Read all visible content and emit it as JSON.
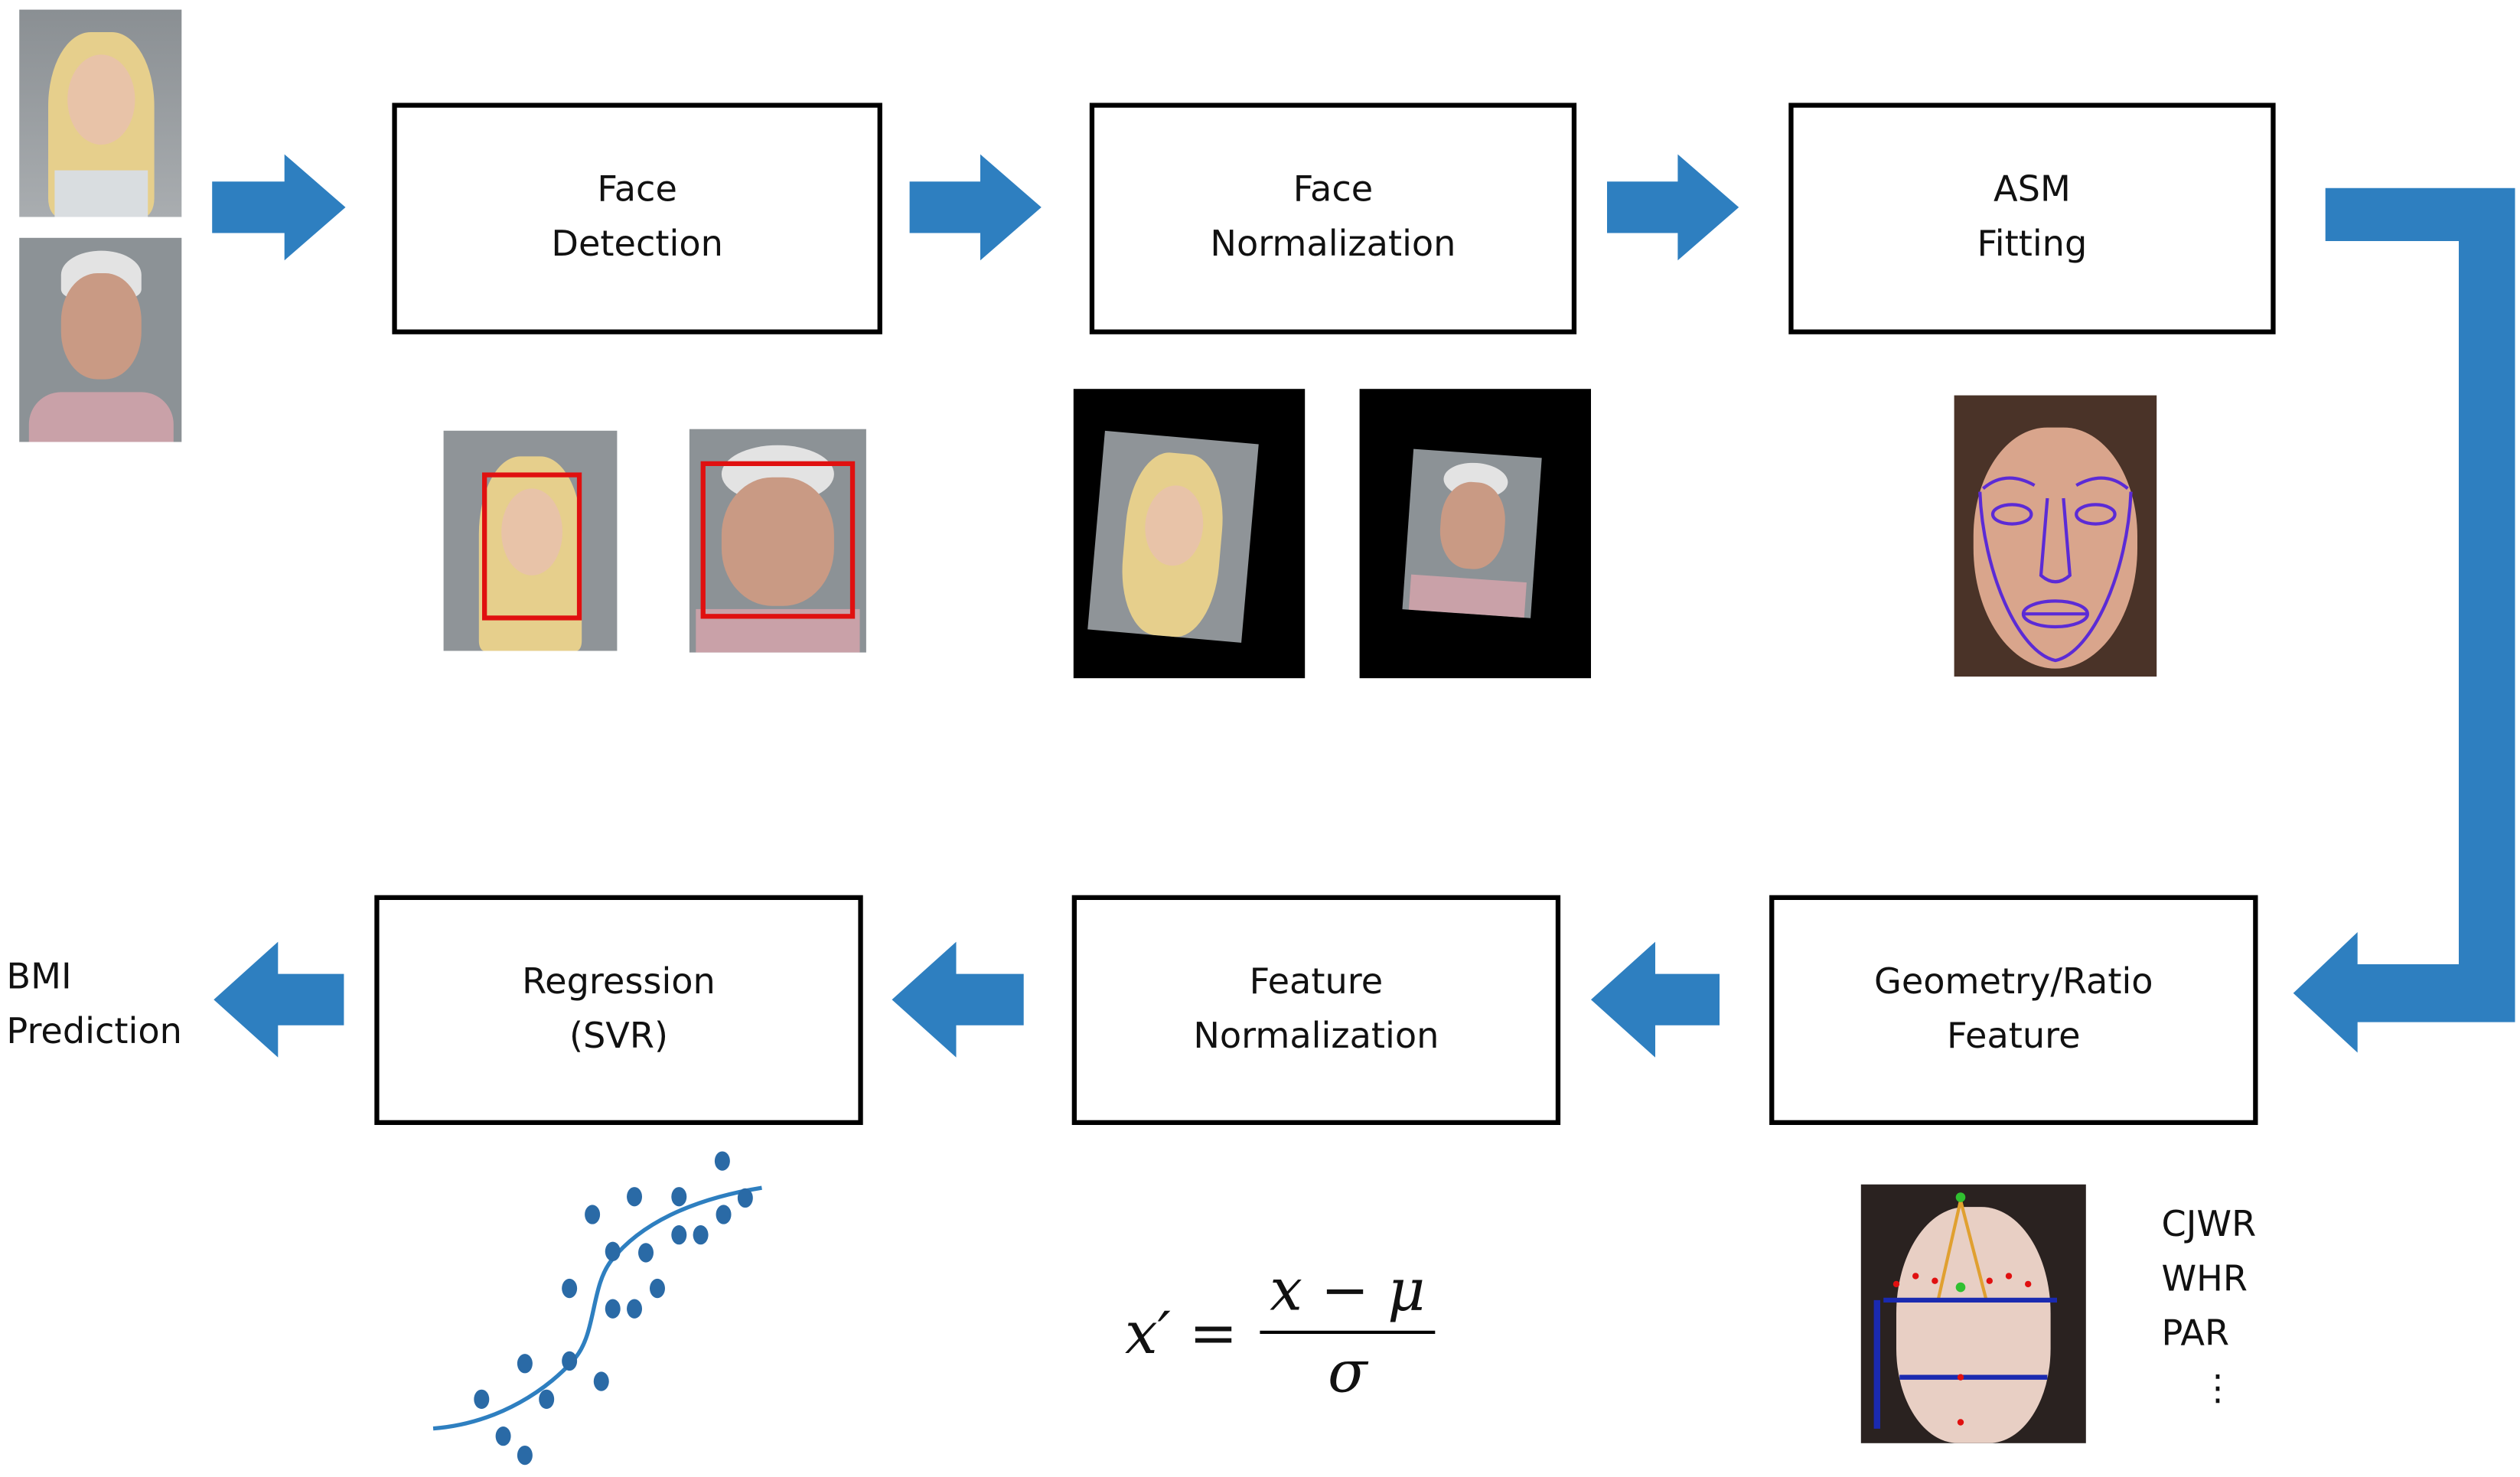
{
  "colors": {
    "arrow": "#2e7fc0",
    "box_border": "#000000",
    "detect_box": "#e01010",
    "asm_outline": "#5b2bd6"
  },
  "top_row": [
    {
      "line1": "Face",
      "line2": "Detection"
    },
    {
      "line1": "Face",
      "line2": "Normalization"
    },
    {
      "line1": "ASM",
      "line2": "Fitting"
    }
  ],
  "bottom_row": [
    {
      "line1": "Geometry/Ratio",
      "line2": "Feature"
    },
    {
      "line1": "Feature",
      "line2": "Normalization"
    },
    {
      "line1": "Regression",
      "line2": "(SVR)"
    }
  ],
  "output": {
    "line1": "BMI",
    "line2": "Prediction"
  },
  "formula": {
    "lhs": "x′ =",
    "numerator": "x − μ",
    "denominator": "σ"
  },
  "features": [
    "CJWR",
    "WHR",
    "PAR",
    "⋮"
  ]
}
